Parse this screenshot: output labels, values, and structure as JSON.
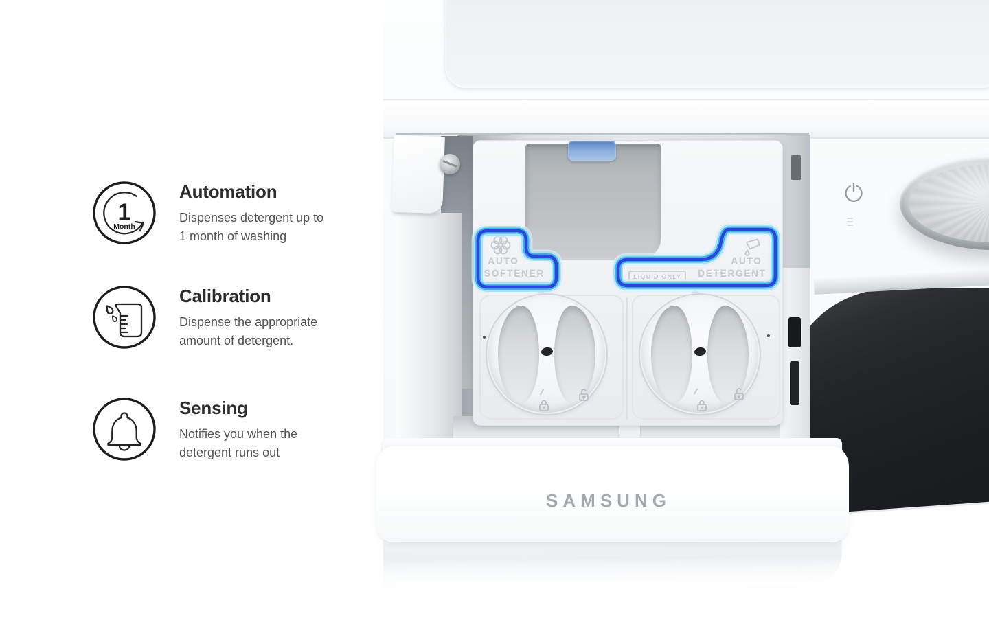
{
  "features": [
    {
      "title": "Automation",
      "line1": "Dispenses detergent up to",
      "line2": "1 month of washing",
      "icon": "one-month-cycle-icon",
      "badge_number": "1",
      "badge_unit": "Month"
    },
    {
      "title": "Calibration",
      "line1": "Dispense the appropriate",
      "line2": "amount of detergent.",
      "icon": "beaker-drops-icon"
    },
    {
      "title": "Sensing",
      "line1": "Notifies you when the",
      "line2": "detergent runs out",
      "icon": "bell-icon"
    }
  ],
  "machine": {
    "logo": "SAMSUNG",
    "labels": {
      "softener_top": "AUTO",
      "softener_bottom": "SOFTENER",
      "detergent_top": "AUTO",
      "detergent_bottom": "DETERGENT",
      "liquid_only": "LIQUID ONLY"
    },
    "icons": {
      "softener": "flower-icon",
      "detergent": "pour-bottle-icon",
      "panel_power": "power-icon",
      "cap_locked": "padlock-closed-icon",
      "cap_unlocked": "padlock-open-icon"
    },
    "colors": {
      "highlight_glow": "#aadef3",
      "highlight_mid": "#41b4e5",
      "highlight_core": "#2a46db",
      "door_dark": "#1d2022",
      "logo_gray": "#a4a9ae",
      "clip_blue": "#8fb1dd"
    }
  }
}
